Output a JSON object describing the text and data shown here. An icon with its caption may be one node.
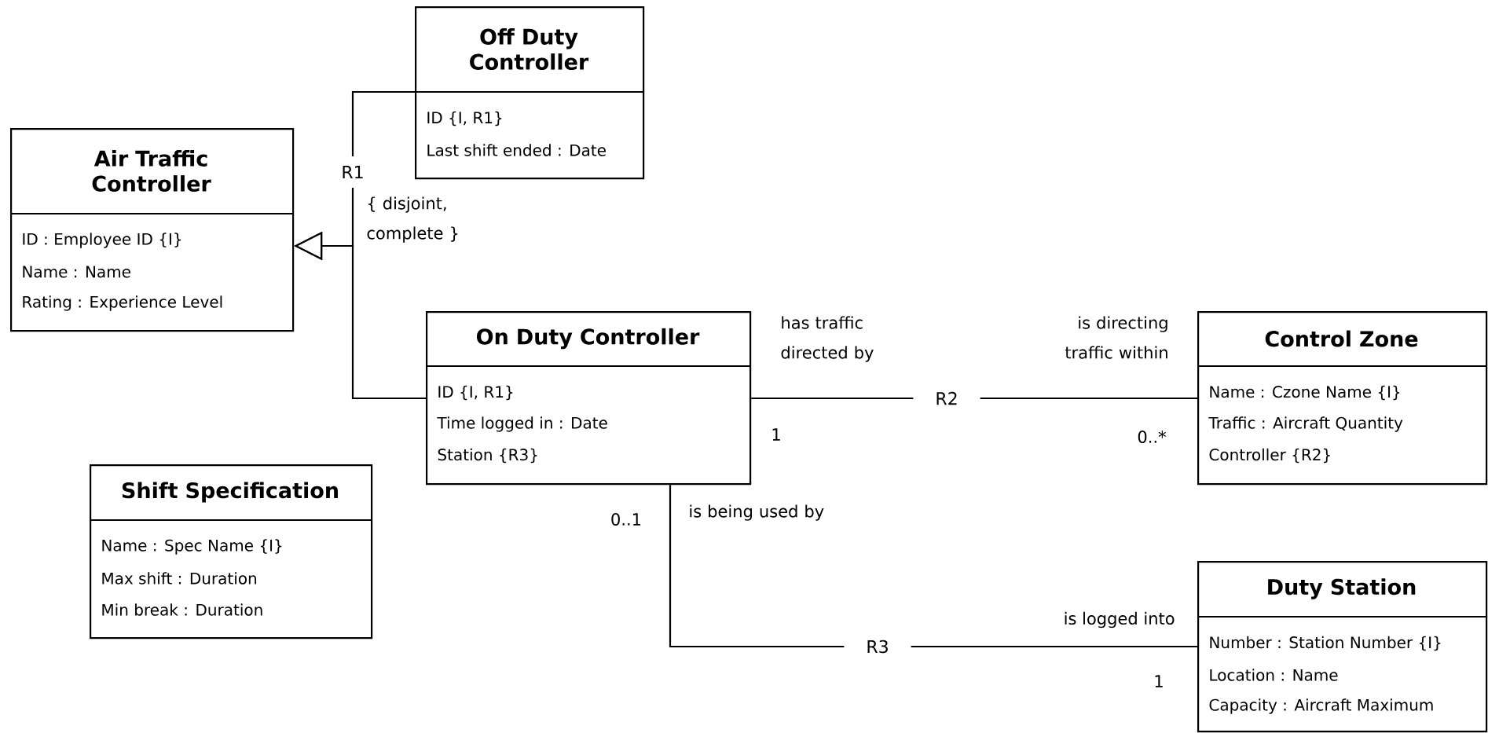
{
  "diagram": {
    "nodes": [
      {
        "text": [
          "Off Duty Controller",
          "ID {I, R1}",
          "Last shift ended : Date"
        ]
      },
      {
        "text": [
          "Air Traffic Controller",
          "ID : Employee ID {I}",
          "Name : Name",
          "Rating : Experience Level"
        ]
      },
      {
        "text": [
          "On Duty Controller",
          "ID {I, R1}",
          "Time logged in : Date",
          "Station {R3}"
        ]
      },
      {
        "text": [
          "Control Zone",
          "Name : Czone Name {I}",
          "Traffic : Aircraft Quantity",
          "Controller {R2}"
        ]
      },
      {
        "text": [
          "Shift Specification",
          "Name : Spec Name {I}",
          "Max shift : Duration",
          "Min break : Duration"
        ]
      },
      {
        "text": [
          "Duty Station",
          "Number : Station Number {I}",
          "Location : Name",
          "Capacity : Aircraft Maximum"
        ]
      }
    ],
    "edges": [
      {
        "from": 0,
        "to": 1,
        "arrow": "to",
        "label": "R1"
      },
      {
        "from": 2,
        "to": 1,
        "arrow": "to"
      },
      {
        "from": 2,
        "to": 3,
        "arrow": "none",
        "label": "R2"
      },
      {
        "from": 2,
        "to": 5,
        "arrow": "none",
        "label": "R3"
      }
    ],
    "labels": [
      "{ disjoint, complete }",
      "has traffic directed by",
      "is directing traffic within",
      "1",
      "0..*",
      "0..1",
      "is being used by",
      "is logged into",
      "1"
    ]
  }
}
